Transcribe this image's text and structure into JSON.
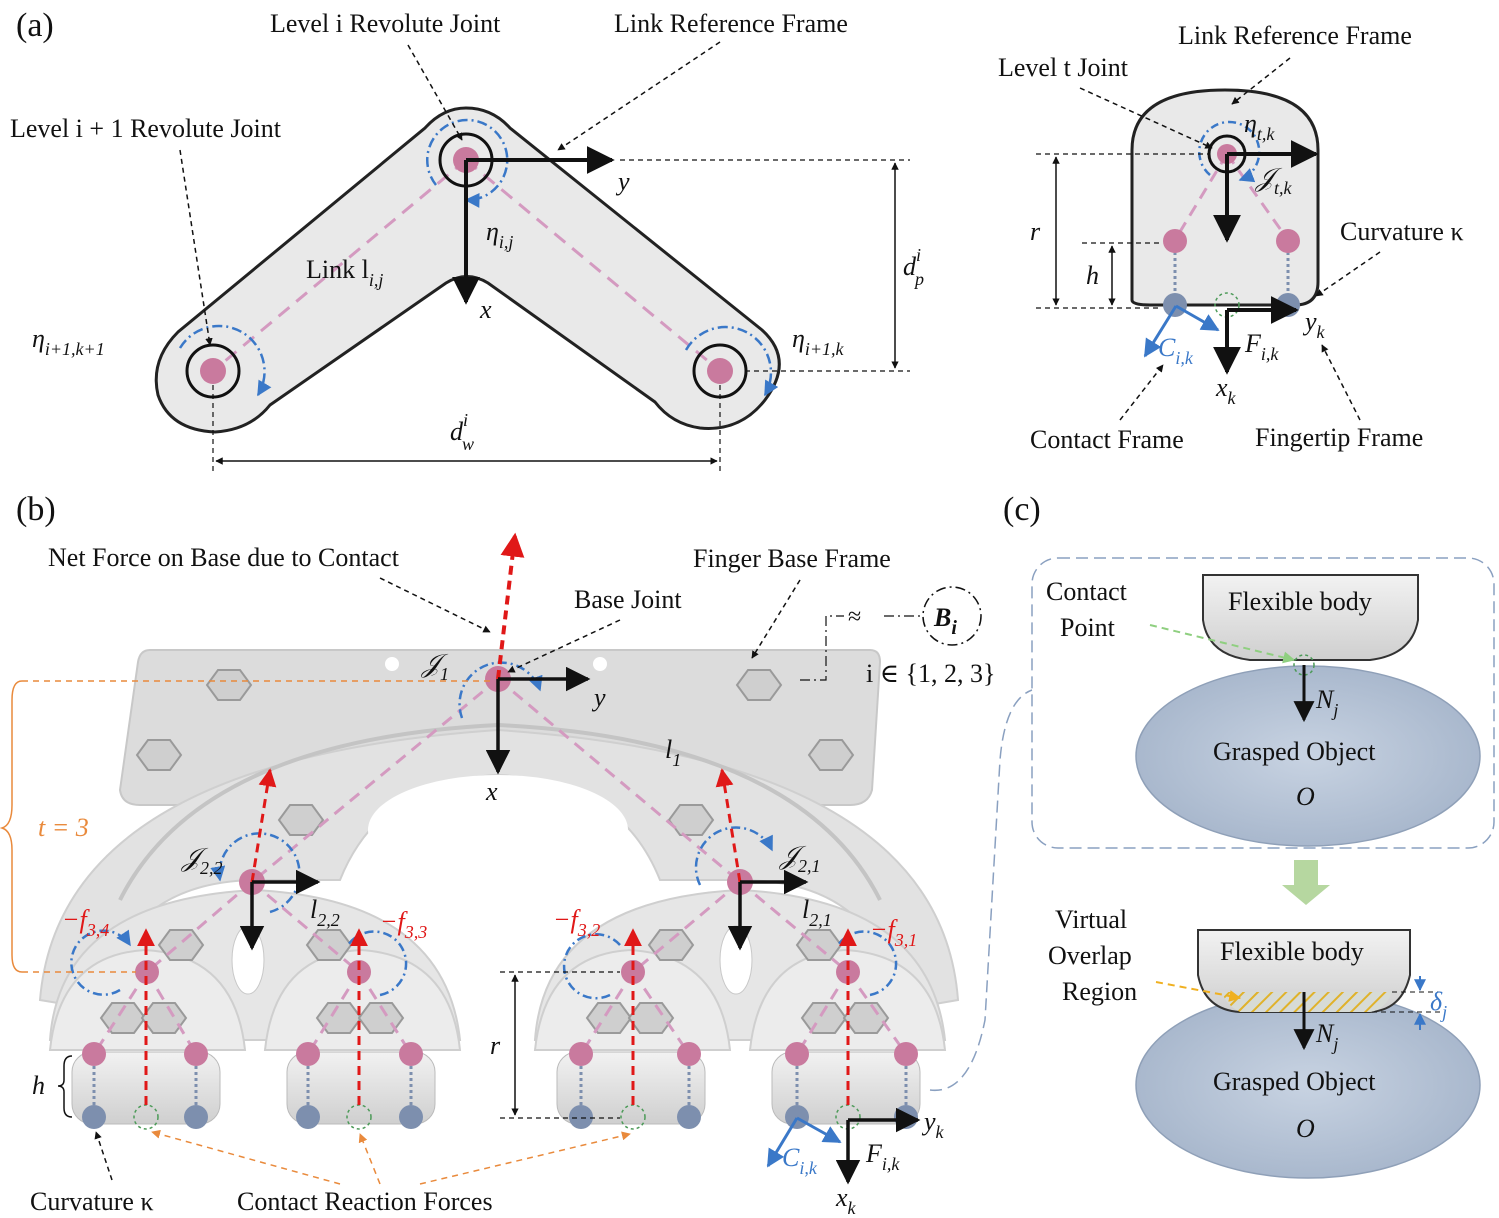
{
  "panels": {
    "a": "(a)",
    "b": "(b)",
    "c": "(c)"
  },
  "panel_a": {
    "level_i_joint": "Level i Revolute Joint",
    "link_ref_frame": "Link Reference Frame",
    "level_i1_joint": "Level i + 1 Revolute Joint",
    "link": "Link l",
    "link_sub": "i,j",
    "eta_ij": "η",
    "eta_ij_sub": "i,j",
    "eta_left": "η",
    "eta_left_sub": "i+1,k+1",
    "eta_right": "η",
    "eta_right_sub": "i+1,k",
    "y": "y",
    "x": "x",
    "dp": "d",
    "dp_sub": "p",
    "dp_sup": "i",
    "dw": "d",
    "dw_sub": "w",
    "dw_sup": "i"
  },
  "panel_tip": {
    "link_ref_frame": "Link Reference Frame",
    "level_t_joint": "Level t Joint",
    "eta_tk": "η",
    "eta_tk_sub": "t,k",
    "J_tk": "𝒥",
    "J_tk_sub": "t,k",
    "curvature": "Curvature κ",
    "r": "r",
    "h": "h",
    "yk": "y",
    "yk_sub": "k",
    "xk": "x",
    "xk_sub": "k",
    "C": "C",
    "C_sub": "i,k",
    "F": "F",
    "F_sub": "i,k",
    "contact_frame": "Contact Frame",
    "fingertip_frame": "Fingertip Frame"
  },
  "panel_b": {
    "net_force": "Net Force on Base due to Contact",
    "base_joint": "Base Joint",
    "finger_base_frame": "Finger Base Frame",
    "B": "B",
    "B_sub": "i",
    "i_set": "i ∈ {1, 2, 3}",
    "J1": "𝒥",
    "J1_sub": "1",
    "y": "y",
    "x": "x",
    "l1": "l",
    "l1_sub": "1",
    "t3": "t = 3",
    "J22": "𝒥",
    "J22_sub": "2,2",
    "J21": "𝒥",
    "J21_sub": "2,1",
    "l22": "l",
    "l22_sub": "2,2",
    "l21": "l",
    "l21_sub": "2,1",
    "f34": "−f",
    "f34_sub": "3,4",
    "f33": "−f",
    "f33_sub": "3,3",
    "f32": "−f",
    "f32_sub": "3,2",
    "f31": "−f",
    "f31_sub": "3,1",
    "r": "r",
    "h": "h",
    "yk": "y",
    "yk_sub": "k",
    "xk": "x",
    "xk_sub": "k",
    "C": "C",
    "C_sub": "i,k",
    "F": "F",
    "F_sub": "i,k",
    "curvature": "Curvature κ",
    "contact_reaction": "Contact Reaction Forces"
  },
  "panel_c": {
    "flexible_body_1": "Flexible body",
    "contact_point_1": "Contact",
    "contact_point_2": "Point",
    "N1": "N",
    "N1_sub": "j",
    "grasped_1": "Grasped Object",
    "O1": "O",
    "flexible_body_2": "Flexible body",
    "overlap_1": "Virtual",
    "overlap_2": "Overlap",
    "overlap_3": "Region",
    "delta": "δ",
    "delta_sub": "j",
    "N2": "N",
    "N2_sub": "j",
    "grasped_2": "Grasped Object",
    "O2": "O"
  },
  "colors": {
    "joint": "#c97a9e",
    "tip": "#7d8fae",
    "link_dash": "#d49ac0",
    "body": "#e9e9e9",
    "force_red": "#e01818",
    "blue_rot": "#3a78c8",
    "orange": "#e98a3c",
    "object": "#b9c6d8",
    "green_arrow": "#b6d7a0"
  }
}
